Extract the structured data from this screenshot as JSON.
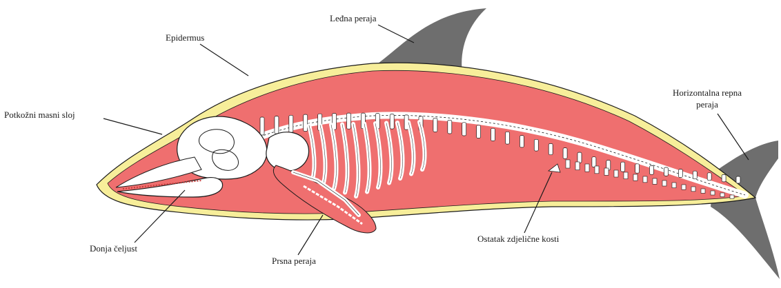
{
  "labels": {
    "dorsal_fin": "Leđna peraja",
    "epidermis": "Epidermus",
    "blubber": "Potkožni masni sloj",
    "tail_fin_line1": "Horizontalna repna",
    "tail_fin_line2": "peraja",
    "lower_jaw": "Donja čeljust",
    "pectoral_fin": "Prsna peraja",
    "pelvic_remnant": "Ostatak zdjelične kosti"
  },
  "colors": {
    "fin_gray": "#6e6e6e",
    "blubber_yellow": "#f7ee9a",
    "body_red": "#ef6f6f",
    "bone_white": "#ffffff",
    "outline": "#1a1a1a"
  }
}
